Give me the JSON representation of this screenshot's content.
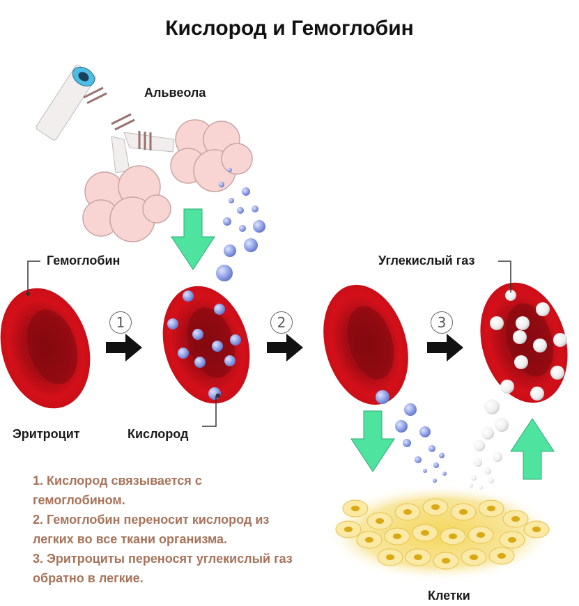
{
  "title": "Кислород и Гемоглобин",
  "labels": {
    "alveola": "Альвеола",
    "hemoglobin": "Гемоглобин",
    "co2": "Углекислый газ",
    "erythrocyte": "Эритроцит",
    "oxygen": "Кислород",
    "cells": "Клетки"
  },
  "steps": [
    "1",
    "2",
    "3"
  ],
  "description": [
    "1. Кислород связывается с гемоглобином.",
    "2. Гемоглобин переносит кислород из легких во все ткани организма.",
    "3. Эритроциты переносят углекислый газ обратно в легкие."
  ],
  "colors": {
    "cell_red": "#d4101a",
    "cell_dark": "#8e0a10",
    "oxygen_blue": "#8fa0e6",
    "co2_white": "#f4f4f4",
    "arrow_green": "#4fe3a0",
    "arrow_black": "#111111",
    "alveoli_pink": "#f8d4d2",
    "tissue_yellow": "#f5d65a",
    "description_text": "#a7735a"
  },
  "icons": [
    "alveoli-illustration",
    "red-blood-cell",
    "oxygen-molecule",
    "co2-molecule",
    "green-arrow",
    "black-arrow",
    "tissue-cells"
  ]
}
